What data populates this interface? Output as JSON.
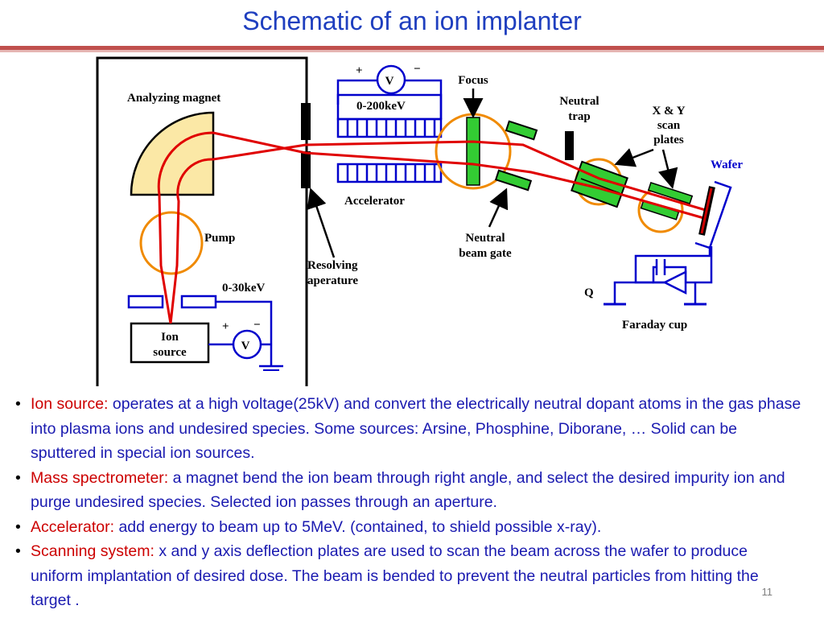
{
  "title": "Schematic of an ion implanter",
  "diagram": {
    "labels": {
      "analyzing_magnet": "Analyzing magnet",
      "pump": "Pump",
      "voltage_low": "0-30keV",
      "ion_source_line1": "Ion",
      "ion_source_line2": "source",
      "resolving_line1": "Resolving",
      "resolving_line2": "aperature",
      "voltage_high": "0-200keV",
      "accelerator": "Accelerator",
      "focus": "Focus",
      "neutral_trap_line1": "Neutral",
      "neutral_trap_line2": "trap",
      "neutral_gate_line1": "Neutral",
      "neutral_gate_line2": "beam gate",
      "scan_line1": "X & Y",
      "scan_line2": "scan",
      "scan_line3": "plates",
      "wafer": "Wafer",
      "faraday_cup": "Faraday cup",
      "charge": "Q",
      "voltmeter": "V",
      "plus": "+",
      "minus": "−"
    },
    "colors": {
      "beam": "#e00000",
      "magnet_fill": "#fbe8a6",
      "lens_ring": "#f08a00",
      "plate_green": "#33cc33",
      "wire_blue": "#0000cc"
    }
  },
  "bullets": [
    {
      "term": "Ion source:",
      "text": " operates at a high voltage(25kV) and convert the electrically neutral dopant atoms in the gas phase into plasma ions and undesired species. Some sources: Arsine, Phosphine, Diborane, … Solid can be sputtered in special ion sources."
    },
    {
      "term": "Mass spectrometer:",
      "text": " a magnet bend the ion beam through right angle, and select the desired impurity ion and purge undesired species. Selected ion passes through an aperture."
    },
    {
      "term": "Accelerator:",
      "text": " add energy to beam up to 5MeV. (contained, to shield possible x-ray)."
    },
    {
      "term": "Scanning system:",
      "text": " x and y axis deflection plates are used to scan the beam across the wafer to produce uniform implantation of desired dose. The beam is bended to prevent the neutral particles from hitting the target ."
    }
  ],
  "page_number": "11"
}
